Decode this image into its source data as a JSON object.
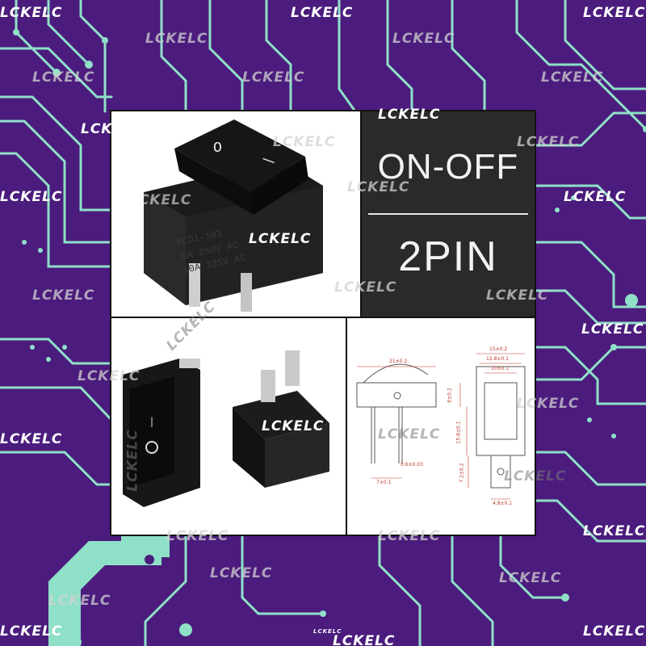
{
  "watermark": {
    "text": "LCKELC",
    "tiny_text": "LCKELC"
  },
  "spec_panel": {
    "line1": "ON-OFF",
    "line2": "2PIN"
  },
  "switch_body": {
    "model": "KCD1-101",
    "rating1": "6A 250V AC",
    "rating2": "10A 125V AC",
    "on_symbol": "|",
    "off_symbol": "O"
  },
  "dimensions": {
    "width_top": "21±0.2",
    "width_r1": "15±0.2",
    "width_r2": "12.8±0.1",
    "width_r3": "10±0.1",
    "left_h": "6±0.2",
    "mid_h": "15.8±0.1",
    "pin_h": "7.2±0.2",
    "pin_gap": "7±0.1",
    "pin_w": "0.6±0.03",
    "pin_bottom": "4.8±0.1"
  },
  "colors": {
    "background": "#4b1c7d",
    "trace": "#8fe0c8",
    "spec_bg": "#2a2a2a"
  }
}
